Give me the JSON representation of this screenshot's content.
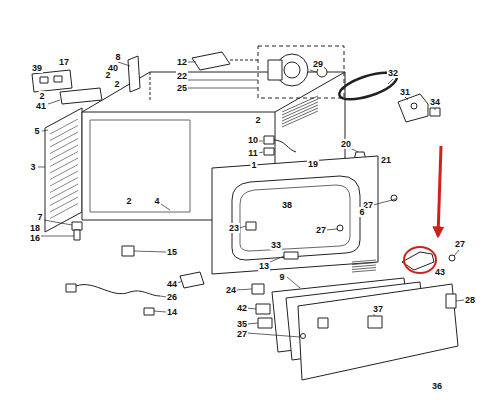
{
  "diagram": {
    "labels": [
      "8",
      "12",
      "39",
      "17",
      "40",
      "2",
      "2",
      "22",
      "25",
      "29",
      "32",
      "31",
      "34",
      "2",
      "41",
      "5",
      "2",
      "10",
      "11",
      "20",
      "1",
      "19",
      "21",
      "3",
      "4",
      "2",
      "38",
      "27",
      "6",
      "7",
      "18",
      "16",
      "23",
      "27",
      "27",
      "15",
      "43",
      "33",
      "13",
      "9",
      "44",
      "24",
      "28",
      "26",
      "42",
      "14",
      "37",
      "35",
      "27",
      "36"
    ]
  }
}
